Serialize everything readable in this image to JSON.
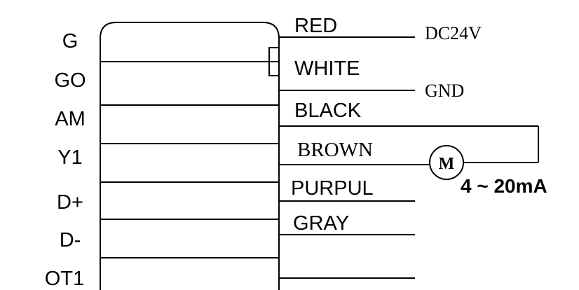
{
  "terminals": [
    "G",
    "GO",
    "AM",
    "Y1",
    "D+",
    "D-",
    "OT1"
  ],
  "wires": {
    "red": "RED",
    "white": "WHITE",
    "black": "BLACK",
    "brown": "BROWN",
    "purpul": "PURPUL",
    "gray": "GRAY"
  },
  "supply": {
    "positive": "DC24V",
    "ground": "GND"
  },
  "meter": {
    "symbol": "M",
    "signal": "4 ~ 20mA"
  }
}
